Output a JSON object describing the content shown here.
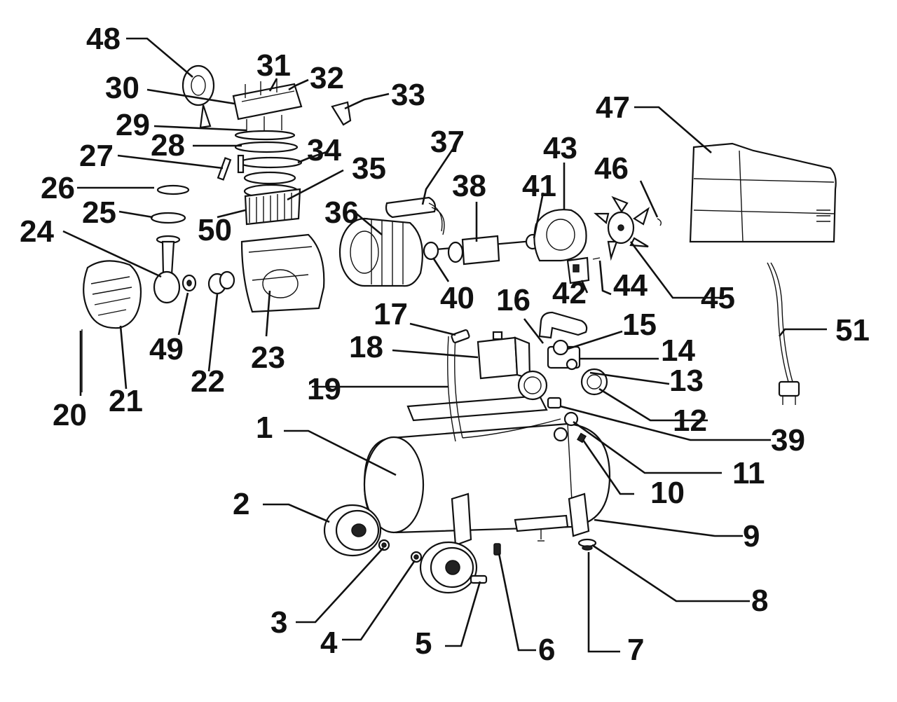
{
  "labels": {
    "l1": "1",
    "l2": "2",
    "l3": "3",
    "l4": "4",
    "l5": "5",
    "l6": "6",
    "l7": "7",
    "l8": "8",
    "l9": "9",
    "l10": "10",
    "l11": "11",
    "l12": "12",
    "l13": "13",
    "l14": "14",
    "l15": "15",
    "l16": "16",
    "l17": "17",
    "l18": "18",
    "l19": "19",
    "l20": "20",
    "l21": "21",
    "l22": "22",
    "l23": "23",
    "l24": "24",
    "l25": "25",
    "l26": "26",
    "l27": "27",
    "l28": "28",
    "l29": "29",
    "l30": "30",
    "l31": "31",
    "l32": "32",
    "l33": "33",
    "l34": "34",
    "l35": "35",
    "l36": "36",
    "l37": "37",
    "l38": "38",
    "l39": "39",
    "l40": "40",
    "l41": "41",
    "l42": "42",
    "l43": "43",
    "l44": "44",
    "l45": "45",
    "l46": "46",
    "l47": "47",
    "l48": "48",
    "l49": "49",
    "l50": "50",
    "l51": "51"
  },
  "colors": {
    "ink": "#111111",
    "background": "#ffffff"
  }
}
